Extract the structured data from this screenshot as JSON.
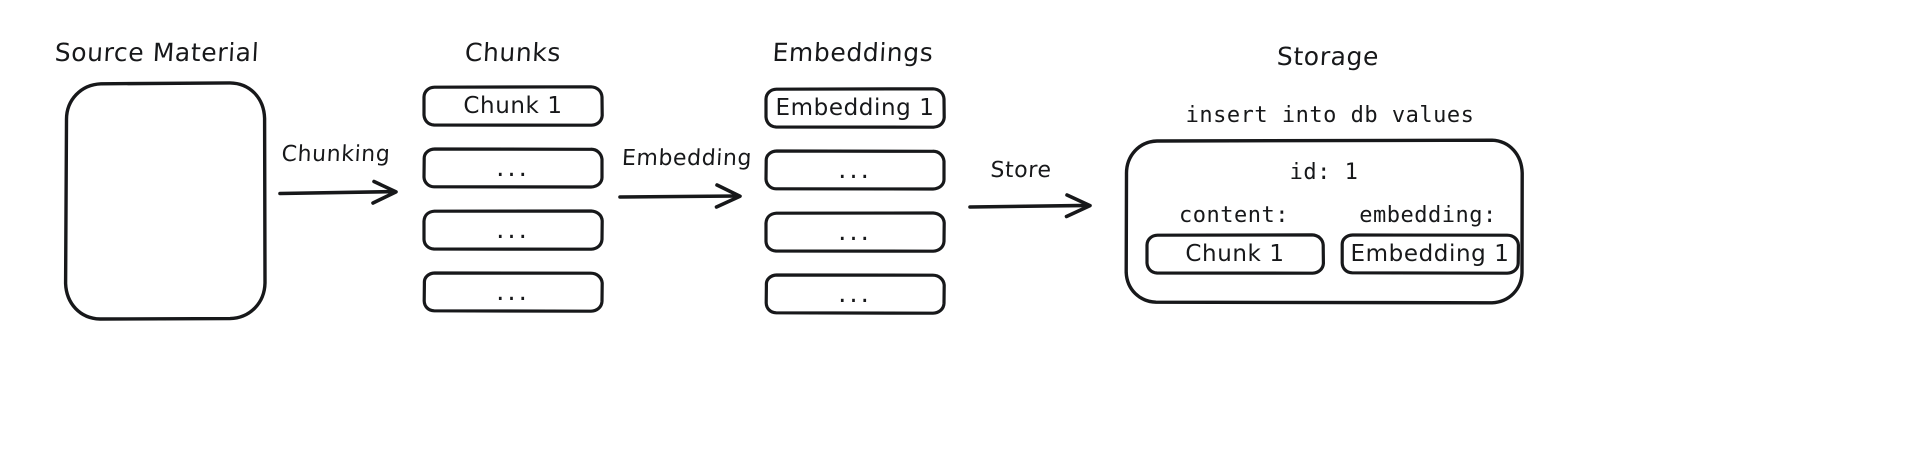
{
  "diagram": {
    "title_flow": "Source Material to Storage ingestion pipeline",
    "background": "#ffffff",
    "ink": "#17181a"
  },
  "columns": {
    "source": {
      "title": "Source Material",
      "box_label": ""
    },
    "chunks": {
      "title": "Chunks",
      "items": [
        {
          "label": "Chunk 1",
          "kind": "text"
        },
        {
          "label": "...",
          "kind": "ellipsis"
        },
        {
          "label": "...",
          "kind": "ellipsis"
        },
        {
          "label": "...",
          "kind": "ellipsis"
        }
      ]
    },
    "embeddings": {
      "title": "Embeddings",
      "items": [
        {
          "label": "Embedding 1",
          "kind": "text"
        },
        {
          "label": "...",
          "kind": "ellipsis"
        },
        {
          "label": "...",
          "kind": "ellipsis"
        },
        {
          "label": "...",
          "kind": "ellipsis"
        }
      ]
    },
    "storage": {
      "title": "Storage",
      "sql_caption": "insert into db values",
      "record": {
        "id_line": "id: 1",
        "fields": [
          {
            "key": "content:",
            "value": "Chunk 1"
          },
          {
            "key": "embedding:",
            "value": "Embedding 1"
          }
        ]
      }
    }
  },
  "arrows": [
    {
      "label": "Chunking",
      "from": "source",
      "to": "chunks"
    },
    {
      "label": "Embedding",
      "from": "chunks",
      "to": "embeddings"
    },
    {
      "label": "Store",
      "from": "embeddings",
      "to": "storage"
    }
  ]
}
